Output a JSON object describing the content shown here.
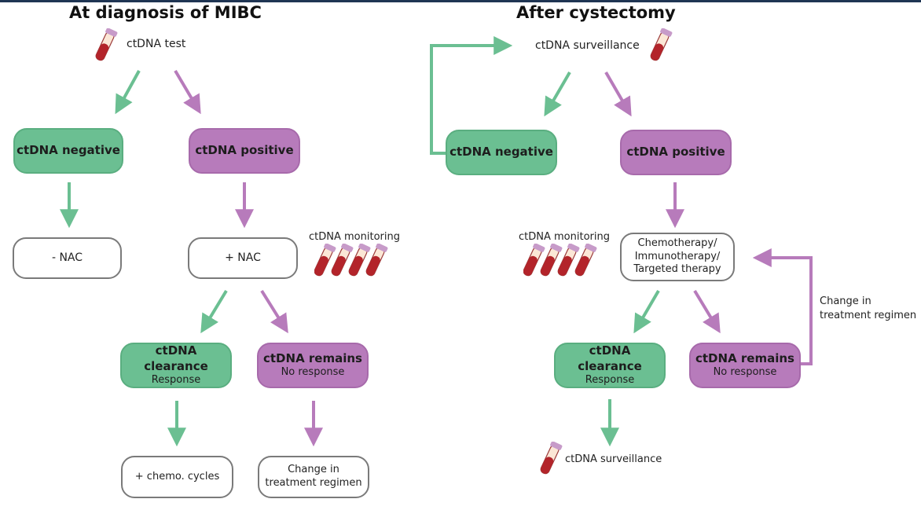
{
  "headings": {
    "left": "At diagnosis of MIBC",
    "right": "After cystectomy"
  },
  "left": {
    "test_label": "ctDNA test",
    "negative": "ctDNA negative",
    "positive": "ctDNA positive",
    "minus_nac": "- NAC",
    "plus_nac": "+ NAC",
    "monitoring_label": "ctDNA monitoring",
    "clearance": "ctDNA clearance",
    "clearance_sub": "Response",
    "remains": "ctDNA remains",
    "remains_sub": "No response",
    "chemo_cycles": "+ chemo. cycles",
    "change_line1": "Change in",
    "change_line2": "treatment regimen"
  },
  "right": {
    "surveillance_label": "ctDNA surveillance",
    "negative": "ctDNA negative",
    "positive": "ctDNA positive",
    "monitoring_label": "ctDNA monitoring",
    "therapy_line1": "Chemotherapy/",
    "therapy_line2": "Immunotherapy/",
    "therapy_line3": "Targeted therapy",
    "clearance": "ctDNA clearance",
    "clearance_sub": "Response",
    "remains": "ctDNA remains",
    "remains_sub": "No response",
    "change_line1": "Change in",
    "change_line2": "treatment regimen",
    "bottom_surveillance": "ctDNA surveillance"
  },
  "colors": {
    "green": "#6bbf92",
    "purple": "#b77bbb",
    "outline": "#7a7a7a",
    "tube_red": "#b3242a",
    "tube_cap": "#c79bc9"
  },
  "icons": [
    "test-tube-icon",
    "arrow-icon"
  ]
}
